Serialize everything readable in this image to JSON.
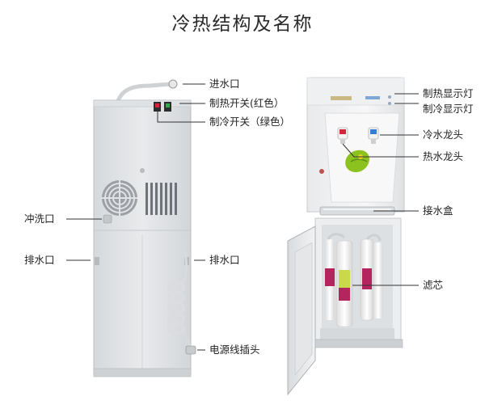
{
  "title": "冷热结构及名称",
  "back_labels": {
    "water_inlet": "进水口",
    "heating_switch": "制热开关(红色）",
    "cooling_switch": "制冷开关（绿色）",
    "flush_port": "冲洗口",
    "drain_left": "排水口",
    "drain_right": "排水口",
    "power_plug": "电源线插头"
  },
  "front_labels": {
    "heating_light": "制热显示灯",
    "cooling_light": "制冷显示灯",
    "cold_tap": "冷水龙头",
    "hot_tap": "热水龙头",
    "drip_tray": "接水盒",
    "filter": "滤芯"
  },
  "colors": {
    "body_grey": "#e3e5e7",
    "front_white": "#f2f3f4",
    "hot_red": "#d2263a",
    "cold_blue": "#2f7fd6",
    "leaf_green": "#8cc21f",
    "filter_magenta": "#b5255d"
  }
}
